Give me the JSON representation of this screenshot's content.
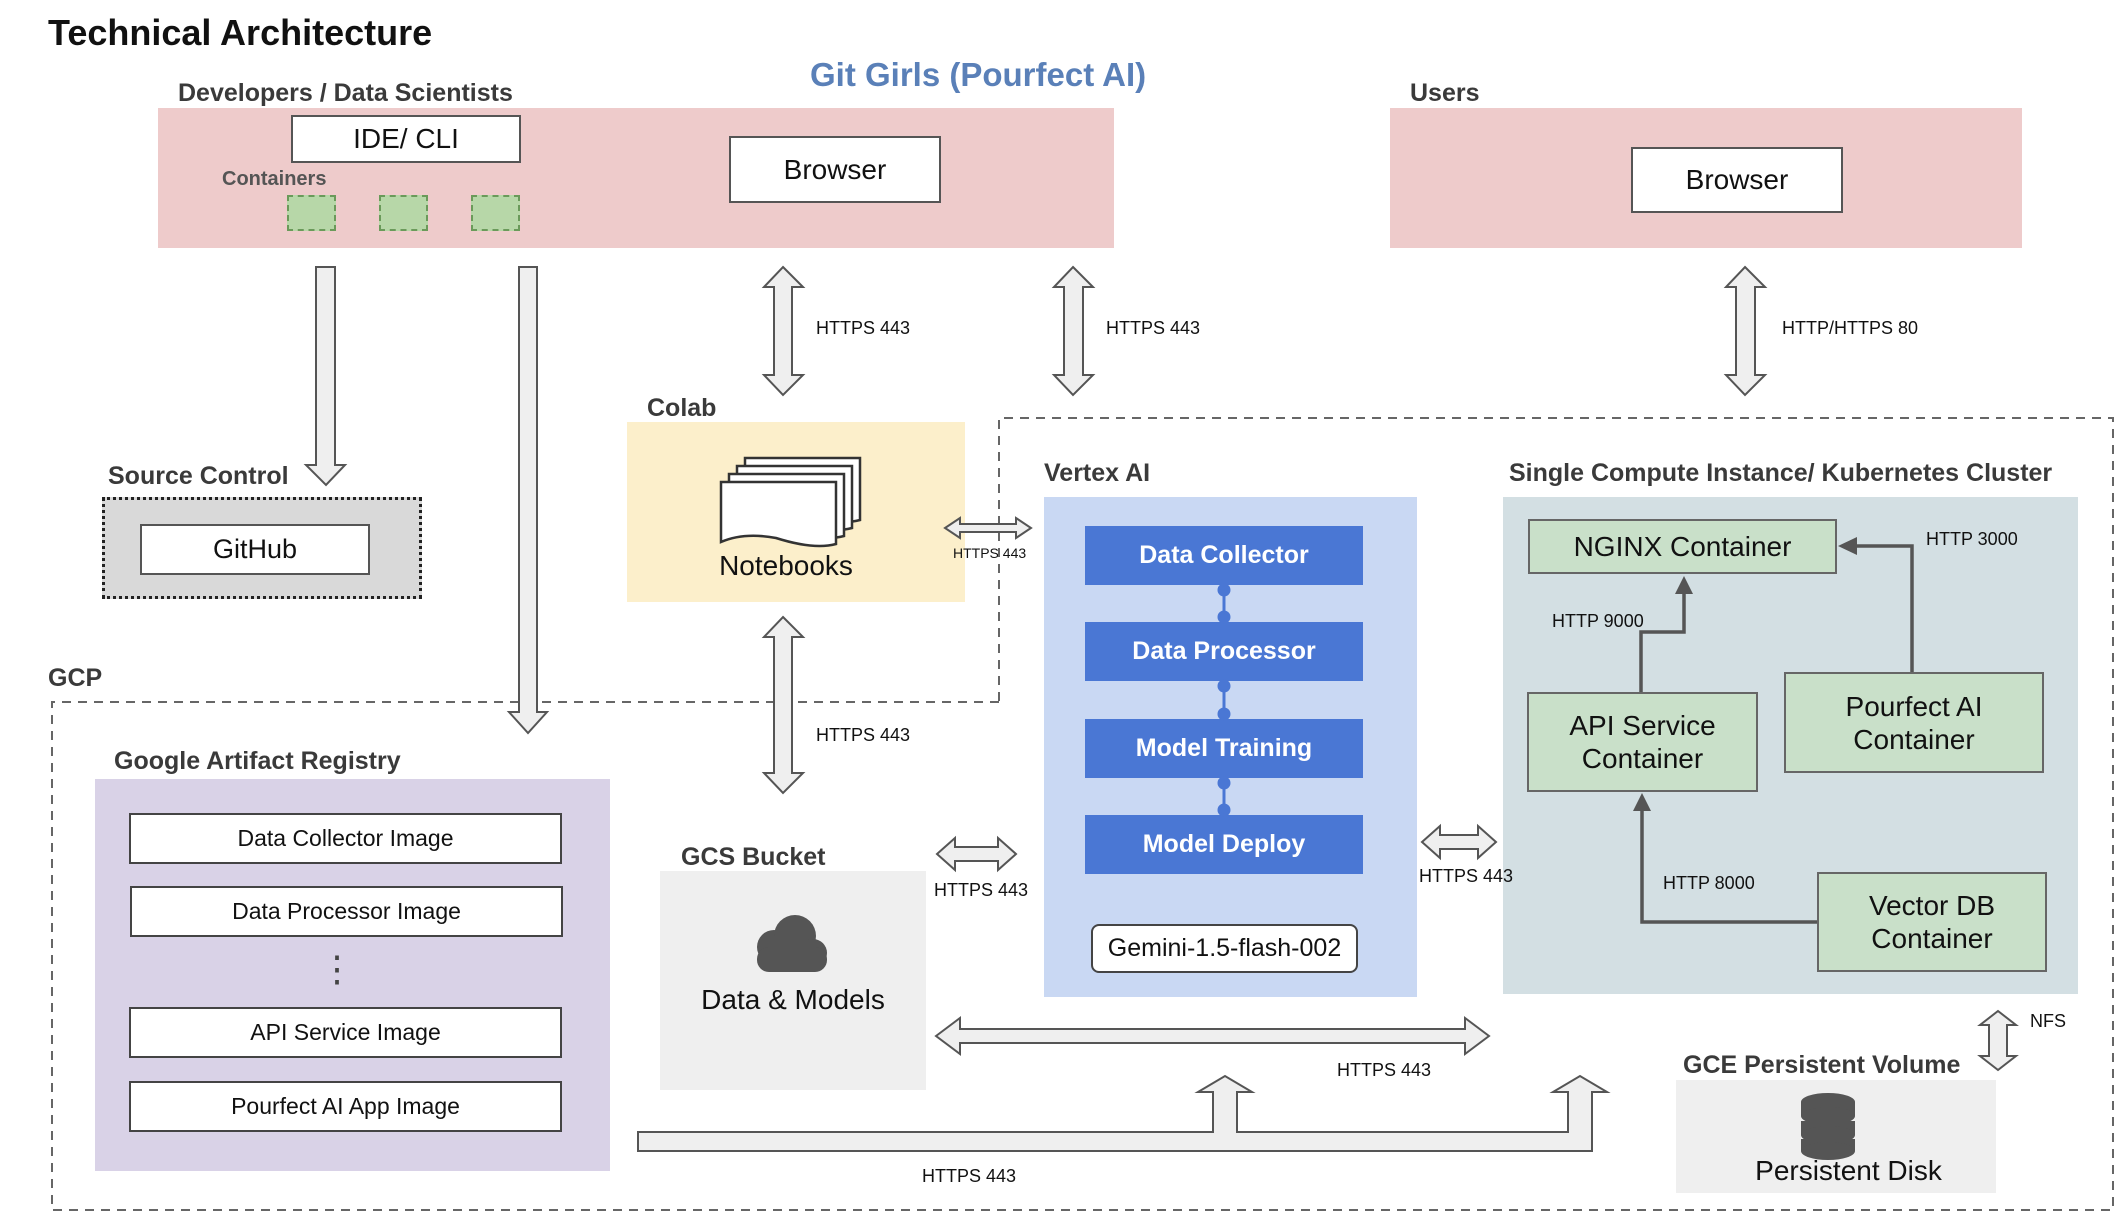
{
  "page_title": "Technical Architecture",
  "subtitle": "Git Girls (Pourfect AI)",
  "developers": {
    "label": "Developers / Data Scientists",
    "ide": "IDE/ CLI",
    "containers_label": "Containers",
    "browser": "Browser"
  },
  "users": {
    "label": "Users",
    "browser": "Browser"
  },
  "source_control": {
    "label": "Source Control",
    "github": "GitHub"
  },
  "colab": {
    "label": "Colab",
    "notebooks": "Notebooks"
  },
  "gcp": {
    "label": "GCP"
  },
  "vertex": {
    "label": "Vertex AI",
    "steps": [
      "Data Collector",
      "Data Processor",
      "Model Training",
      "Model Deploy"
    ],
    "model": "Gemini-1.5-flash-002"
  },
  "cluster": {
    "label": "Single Compute Instance/ Kubernetes Cluster",
    "nginx": "NGINX Container",
    "api": "API Service Container",
    "pourfect": "Pourfect AI Container",
    "vectordb": "Vector DB Container",
    "http_9000": "HTTP 9000",
    "http_3000": "HTTP 3000",
    "http_8000": "HTTP 8000"
  },
  "registry": {
    "label": "Google Artifact Registry",
    "images": [
      "Data Collector Image",
      "Data Processor Image",
      "API Service Image",
      "Pourfect AI App Image"
    ],
    "ellipsis": "⋮"
  },
  "gcs": {
    "label": "GCS Bucket",
    "content": "Data & Models"
  },
  "persistent": {
    "label": "GCE Persistent Volume",
    "content": "Persistent Disk"
  },
  "protocols": {
    "https_443": "HTTPS 443",
    "http_https_80": "HTTP/HTTPS 80",
    "nfs": "NFS"
  },
  "colors": {
    "pink": "#eecbcb",
    "colab_yellow": "#fcefcb",
    "vertex_blue": "#c9d8f3",
    "vertex_button": "#4a77d4",
    "cluster_grey": "#d3dfe3",
    "container_green": "#c9e0c9",
    "registry_purple": "#d9d2e7",
    "title_blue": "#5a80b8"
  }
}
